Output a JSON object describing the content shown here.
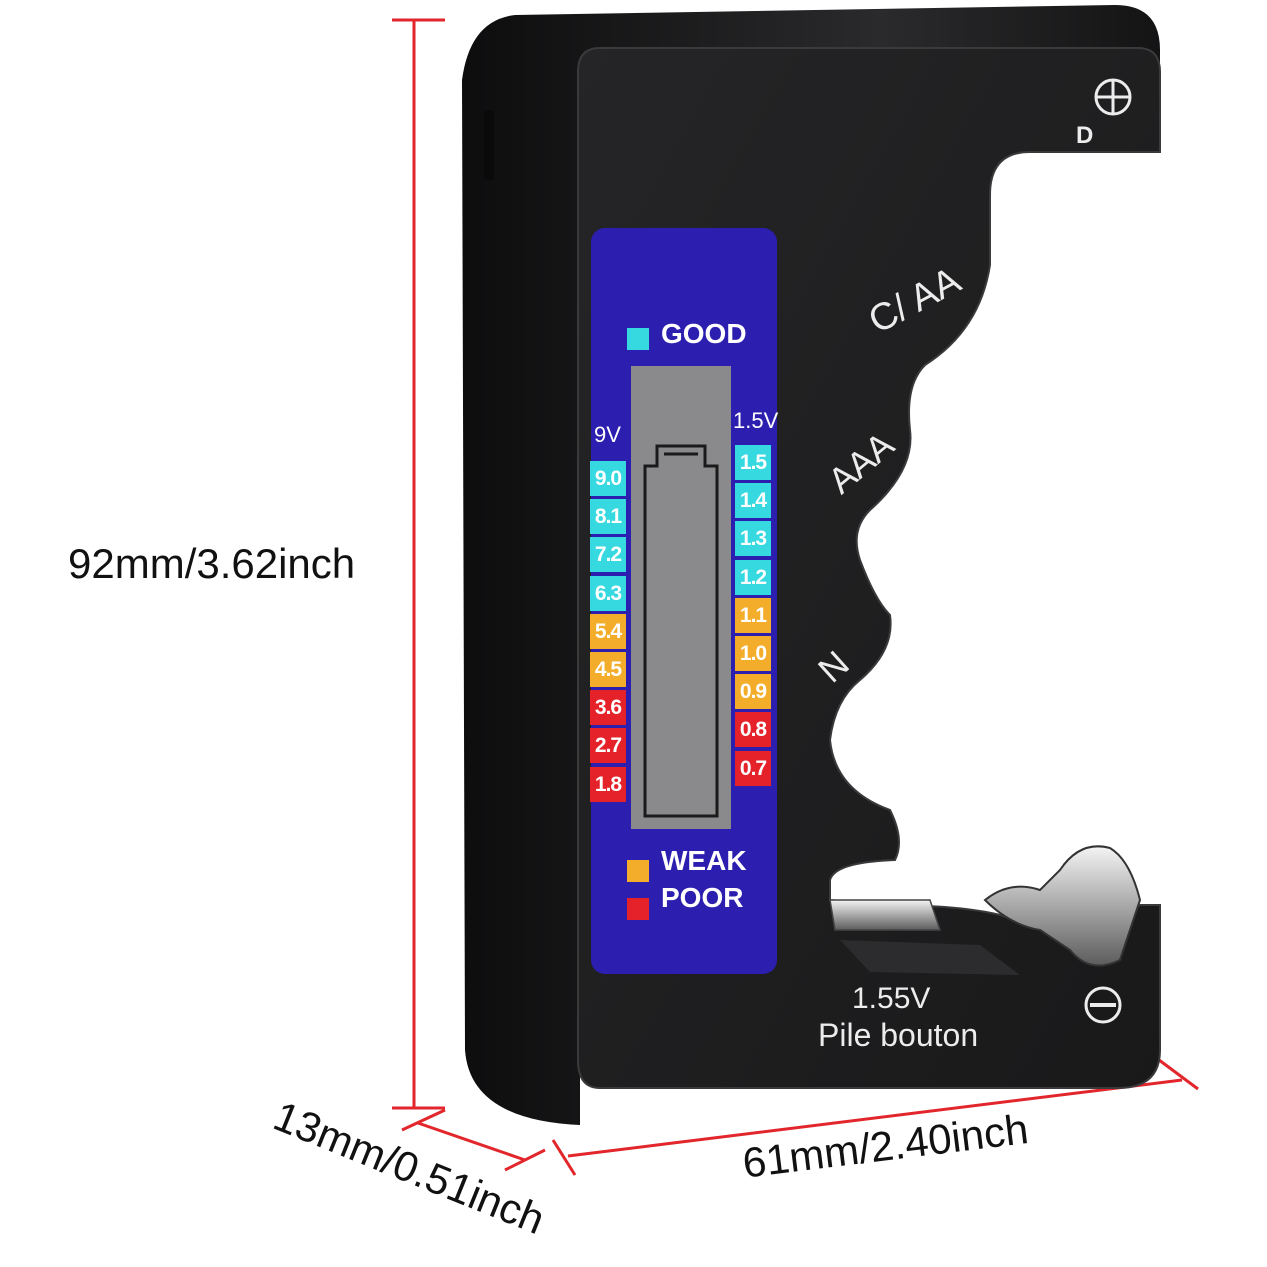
{
  "dimensions": {
    "height": "92mm/3.62inch",
    "width": "61mm/2.40inch",
    "depth": "13mm/0.51inch"
  },
  "colors": {
    "dimension_line": "#e2262b",
    "device_body": "#1b1b1c",
    "lcd_background": "#2c1fb0",
    "good": "#36d9e0",
    "weak": "#f4ad2a",
    "poor": "#e5222a"
  },
  "display": {
    "legend_good": "GOOD",
    "legend_weak": "WEAK",
    "legend_poor": "POOR",
    "scale_9v_header": "9V",
    "scale_15v_header": "1.5V",
    "scale_9v": [
      {
        "value": "9.0",
        "level": "good"
      },
      {
        "value": "8.1",
        "level": "good"
      },
      {
        "value": "7.2",
        "level": "good"
      },
      {
        "value": "6.3",
        "level": "good"
      },
      {
        "value": "5.4",
        "level": "weak"
      },
      {
        "value": "4.5",
        "level": "weak"
      },
      {
        "value": "3.6",
        "level": "poor"
      },
      {
        "value": "2.7",
        "level": "poor"
      },
      {
        "value": "1.8",
        "level": "poor"
      }
    ],
    "scale_15v": [
      {
        "value": "1.5",
        "level": "good"
      },
      {
        "value": "1.4",
        "level": "good"
      },
      {
        "value": "1.3",
        "level": "good"
      },
      {
        "value": "1.2",
        "level": "good"
      },
      {
        "value": "1.1",
        "level": "weak"
      },
      {
        "value": "1.0",
        "level": "weak"
      },
      {
        "value": "0.9",
        "level": "weak"
      },
      {
        "value": "0.8",
        "level": "poor"
      },
      {
        "value": "0.7",
        "level": "poor"
      }
    ]
  },
  "device_labels": {
    "slot_d": "D",
    "slot_c_aa": "C/ AA",
    "slot_aaa": "AAA",
    "slot_n": "N",
    "button_voltage": "1.55V",
    "button_name": "Pile bouton",
    "positive_icon": "plus-terminal-icon",
    "negative_icon": "minus-terminal-icon"
  }
}
